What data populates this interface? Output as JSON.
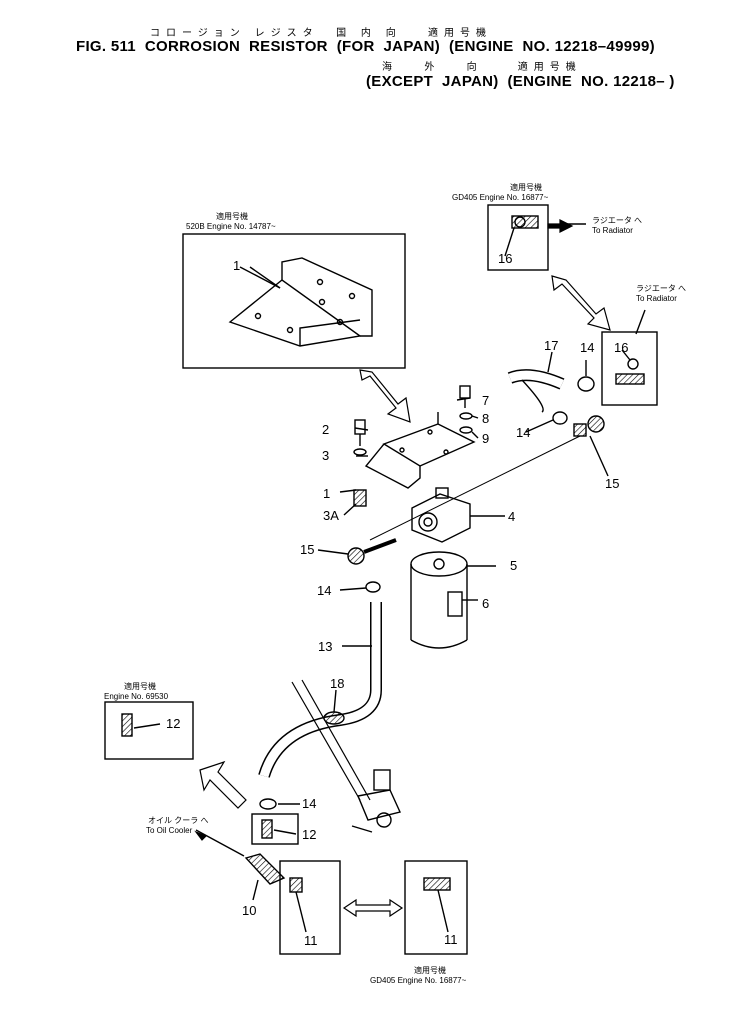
{
  "header": {
    "jp_title": "コロージョン レジスタ  国 内 向   適用号機",
    "line1": "FIG. 511  CORROSION  RESISTOR  (FOR  JAPAN)  (ENGINE  NO. 12218–49999)",
    "jp_sub": "海   外   向    適用号機",
    "line2": "(EXCEPT  JAPAN)  (ENGINE  NO. 12218– )"
  },
  "insets": {
    "bracket": {
      "jp": "適用号機",
      "applicability": "520B Engine No. 14787~"
    },
    "radiator_top": {
      "jp": "適用号機",
      "applicability": "GD405 Engine No. 16877~",
      "dest_jp": "ラジエータ へ",
      "dest": "To Radiator"
    },
    "radiator_side": {
      "dest_jp": "ラジエータ へ",
      "dest": "To Radiator"
    },
    "oil_left": {
      "jp": "適用号機",
      "applicability": "Engine No. 69530"
    },
    "oil_cooler": {
      "dest_jp": "オイル クーラ へ",
      "dest": "To Oil Cooler"
    },
    "bottom_right": {
      "jp": "適用号機",
      "applicability": "GD405 Engine No. 16877~"
    }
  },
  "callouts": {
    "c1a": "1",
    "c1b": "1",
    "c2": "2",
    "c3": "3",
    "c3a": "3A",
    "c4": "4",
    "c5": "5",
    "c6": "6",
    "c7": "7",
    "c8": "8",
    "c9": "9",
    "c10": "10",
    "c11a": "11",
    "c11b": "11",
    "c12a": "12",
    "c12b": "12",
    "c13": "13",
    "c14a": "14",
    "c14b": "14",
    "c14c": "14",
    "c14d": "14",
    "c15a": "15",
    "c15b": "15",
    "c16a": "16",
    "c16b": "16",
    "c17": "17",
    "c18": "18"
  }
}
